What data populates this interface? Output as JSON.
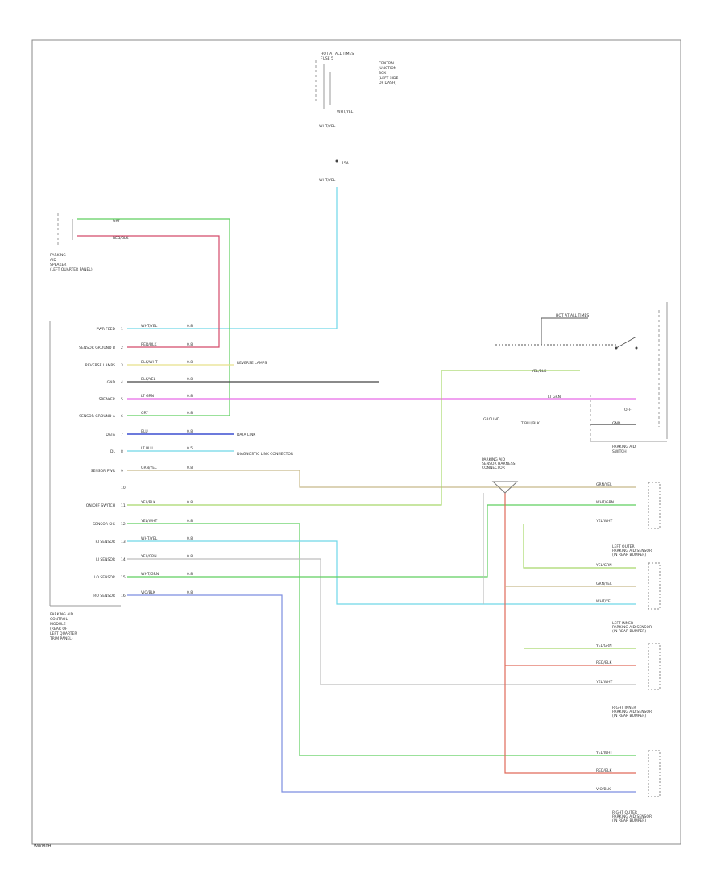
{
  "diagram": {
    "footer_code": "W0080H",
    "left_module": {
      "label_lines": [
        "PARKING AID",
        "CONTROL",
        "MODULE",
        "(REAR OF",
        "LEFT QUARTER",
        "TRIM PANEL)"
      ],
      "pins": [
        {
          "name": "PWR FEED",
          "num": "1",
          "wire": "WHT/YEL",
          "gauge": "0.8"
        },
        {
          "name": "SENSOR GROUND B",
          "num": "2",
          "wire": "RED/BLK",
          "gauge": "0.8"
        },
        {
          "name": "REVERSE LAMPS",
          "num": "3",
          "wire": "BLK/WHT",
          "gauge": "0.8"
        },
        {
          "name": "GND",
          "num": "4",
          "wire": "BLK/YEL",
          "gauge": "0.8"
        },
        {
          "name": "SPEAKER",
          "num": "5",
          "wire": "LT GRN",
          "gauge": "0.8"
        },
        {
          "name": "SENSOR GROUND A",
          "num": "6",
          "wire": "GRY",
          "gauge": "0.8"
        },
        {
          "name": "DATA",
          "num": "7",
          "wire": "BLU",
          "gauge": "0.8"
        },
        {
          "name": "DL",
          "num": "8",
          "wire": "LT BLU",
          "gauge": "0.5"
        },
        {
          "name": "SENSOR PWR",
          "num": "9",
          "wire": "GRN/YEL",
          "gauge": "0.8"
        },
        {
          "name": "",
          "num": "10",
          "wire": "",
          "gauge": ""
        },
        {
          "name": "ON/OFF SWITCH",
          "num": "11",
          "wire": "YEL/BLK",
          "gauge": "0.8"
        },
        {
          "name": "SENSOR SIG",
          "num": "12",
          "wire": "YEL/WHT",
          "gauge": "0.8"
        },
        {
          "name": "RI SENSOR",
          "num": "13",
          "wire": "WHT/YEL",
          "gauge": "0.8"
        },
        {
          "name": "LI SENSOR",
          "num": "14",
          "wire": "YEL/GRN",
          "gauge": "0.8"
        },
        {
          "name": "LO SENSOR",
          "num": "15",
          "wire": "WHT/GRN",
          "gauge": "0.8"
        },
        {
          "name": "RO SENSOR",
          "num": "16",
          "wire": "VIO/BLK",
          "gauge": "0.8"
        }
      ]
    },
    "ignition_switch": {
      "label_lines": [
        "HOT AT ALL TIMES",
        "FUSE 5"
      ],
      "desc_lines": [
        "CENTRAL",
        "JUNCTION",
        "BOX",
        "(LEFT SIDE",
        "OF DASH)"
      ],
      "wire_top": "WHT/YEL",
      "wire_mid": "15A",
      "wire_bot": "WHT/YEL"
    },
    "warning_speaker": {
      "label_lines": [
        "PARKING",
        "AID",
        "SPEAKER",
        "(LEFT QUARTER PANEL)"
      ],
      "wire_top": "GRY",
      "wire_bot": "RED/BLK"
    },
    "reverse_lamps_note": "REVERSE LAMPS",
    "data_note": "DATA LINK",
    "dl_note": "DIAGNOSTIC LINK CONNECTOR",
    "ground_note": "GROUND",
    "switch_module": {
      "label_lines": [
        "PARKING AID",
        "SWITCH"
      ],
      "sub_label": "OFF",
      "wire_a": "YEL/BLK",
      "wire_b": "LT GRN",
      "wire_c": "LT BLU/BLK",
      "gnd_label": "GND",
      "top_label": "HOT AT ALL TIMES"
    },
    "splice_note_lines": [
      "PARKING AID",
      "SENSOR HARNESS",
      "CONNECTOR"
    ],
    "sensors": [
      {
        "label_lines": [
          "LEFT OUTER",
          "PARKING AID SENSOR",
          "(IN REAR BUMPER)"
        ],
        "wires": [
          "GRN/YEL",
          "WHT/GRN",
          "YEL/WHT"
        ]
      },
      {
        "label_lines": [
          "LEFT INNER",
          "PARKING AID SENSOR",
          "(IN REAR BUMPER)"
        ],
        "wires": [
          "YEL/GRN",
          "GRN/YEL",
          "WHT/YEL"
        ]
      },
      {
        "label_lines": [
          "RIGHT INNER",
          "PARKING AID SENSOR",
          "(IN REAR BUMPER)"
        ],
        "wires": [
          "YEL/GRN",
          "RED/BLK",
          "YEL/WHT"
        ]
      },
      {
        "label_lines": [
          "RIGHT OUTER",
          "PARKING AID SENSOR",
          "(IN REAR BUMPER)"
        ],
        "wires": [
          "YEL/WHT",
          "RED/BLK",
          "VIO/BLK"
        ]
      }
    ],
    "colors": {
      "cyan": "#6fd7e8",
      "green": "#5fcf5f",
      "red": "#d44a6a",
      "yellow": "#e8e08a",
      "magenta": "#e76be7",
      "blue": "#3b4ed0",
      "olive": "#c8b98a",
      "lime": "#a6d86a",
      "coral": "#e06a5a",
      "periwinkle": "#7c8ee0",
      "grey": "#bdbdbd",
      "black": "#444444"
    }
  }
}
